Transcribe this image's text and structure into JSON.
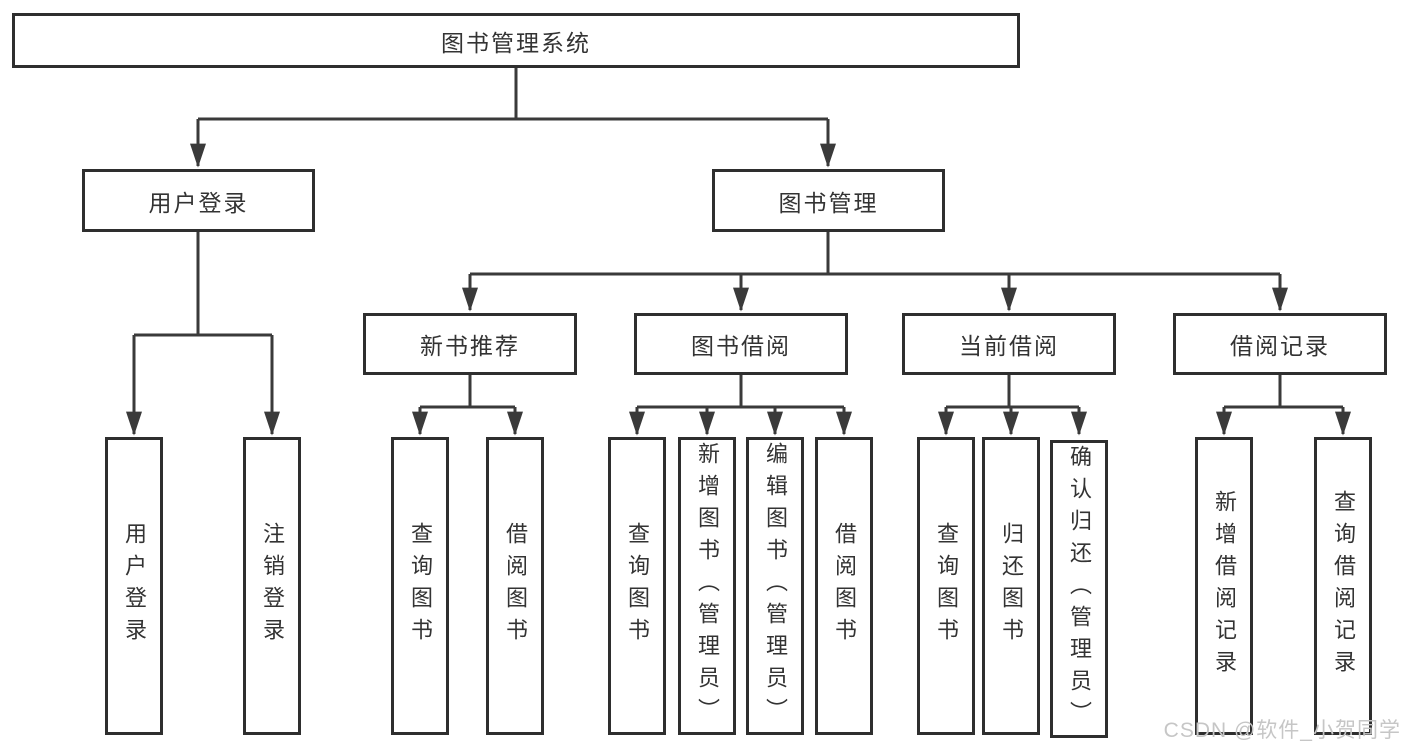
{
  "colors": {
    "line": "#3a3a3a",
    "box_border": "#2e2e2e",
    "text": "#333333",
    "watermark": "#c6c6c6",
    "background": "#ffffff"
  },
  "watermark": {
    "text": "CSDN @软件_小贺同学"
  },
  "tree": {
    "root": {
      "label": "图书管理系统"
    },
    "branches": [
      {
        "label": "用户登录",
        "children": [
          {
            "label": "用户登录"
          },
          {
            "label": "注销登录"
          }
        ]
      },
      {
        "label": "图书管理",
        "children": [
          {
            "label": "新书推荐",
            "children": [
              {
                "label": "查询图书"
              },
              {
                "label": "借阅图书"
              }
            ]
          },
          {
            "label": "图书借阅",
            "children": [
              {
                "label": "查询图书"
              },
              {
                "label": "新增图书（管理员）"
              },
              {
                "label": "编辑图书（管理员）"
              },
              {
                "label": "借阅图书"
              }
            ]
          },
          {
            "label": "当前借阅",
            "children": [
              {
                "label": "查询图书"
              },
              {
                "label": "归还图书"
              },
              {
                "label": "确认归还（管理员）"
              }
            ]
          },
          {
            "label": "借阅记录",
            "children": [
              {
                "label": "新增借阅记录"
              },
              {
                "label": "查询借阅记录"
              }
            ]
          }
        ]
      }
    ]
  }
}
